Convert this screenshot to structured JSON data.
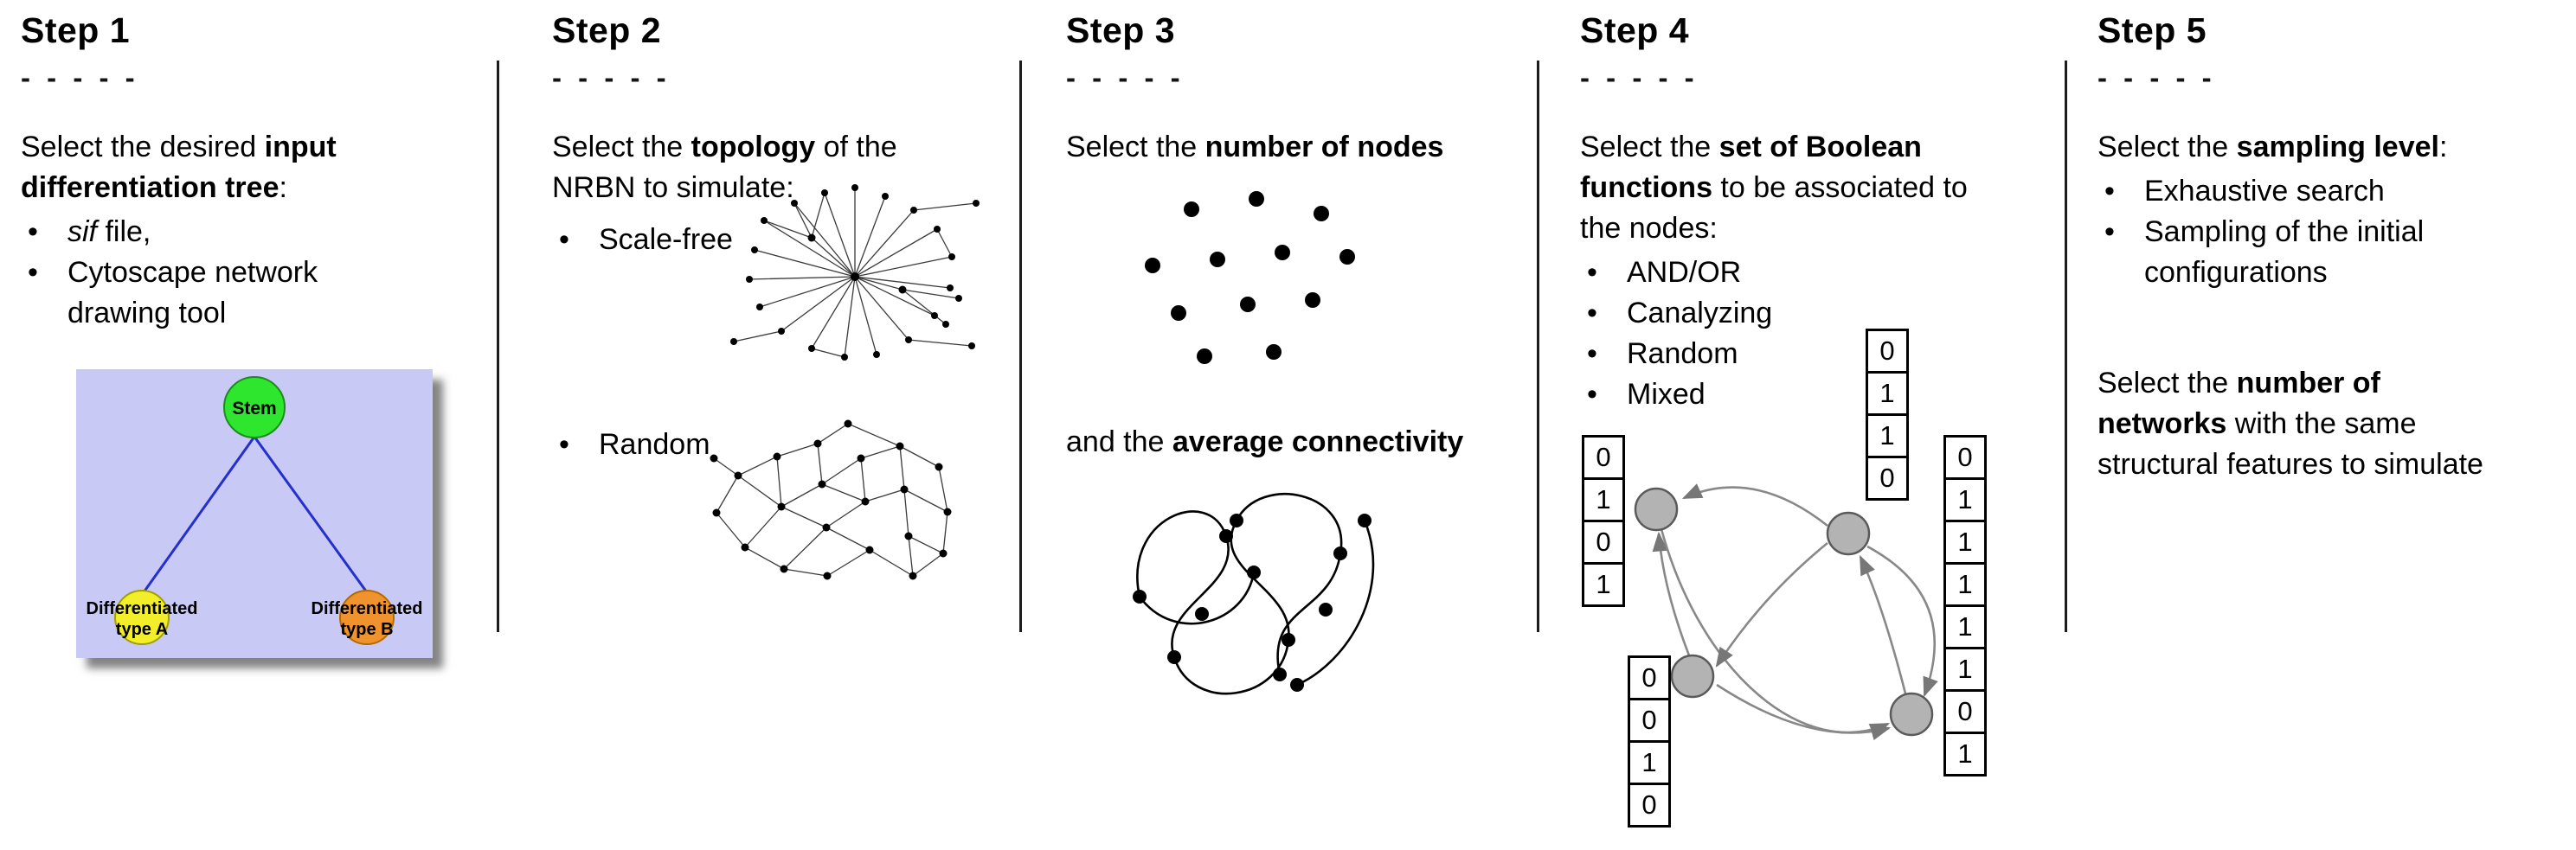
{
  "figure": {
    "background": "#ffffff",
    "divider_color": "#1c1c1c"
  },
  "steps": [
    {
      "title": "Step 1",
      "dashes": "- - - - -",
      "intro": [
        {
          "text": "Select the desired "
        },
        {
          "text": "input differentiation tree",
          "bold": true
        },
        {
          "text": ":"
        }
      ],
      "bullets": [
        [
          {
            "text": "sif",
            "italic": true
          },
          {
            "text": " file,"
          }
        ],
        [
          {
            "text": "Cytoscape network drawing tool"
          }
        ]
      ],
      "tree": {
        "background": "#c9c9f6",
        "edge_color": "#2430cc",
        "stem_label": "Stem",
        "stem_color": "#2ee62e",
        "left_label_line1": "Differentiated",
        "left_label_line2": "type A",
        "left_color": "#f2ee2a",
        "right_label_line1": "Differentiated",
        "right_label_line2": "type B",
        "right_color": "#f0922d"
      }
    },
    {
      "title": "Step 2",
      "dashes": "- - - - -",
      "intro": [
        {
          "text": "Select the "
        },
        {
          "text": "topology",
          "bold": true
        },
        {
          "text": " of the NRBN to simulate:"
        }
      ],
      "bullets": [
        [
          {
            "text": "Scale-free"
          }
        ],
        [
          {
            "text": "Random"
          }
        ]
      ]
    },
    {
      "title": "Step 3",
      "dashes": "- - - - -",
      "intro": [
        {
          "text": "Select the "
        },
        {
          "text": "number of nodes",
          "bold": true
        }
      ],
      "second": [
        {
          "text": "and the "
        },
        {
          "text": "average connectivity",
          "bold": true
        }
      ]
    },
    {
      "title": "Step 4",
      "dashes": "- - - - -",
      "intro": [
        {
          "text": "Select the "
        },
        {
          "text": "set of Boolean functions",
          "bold": true
        },
        {
          "text": " to be associated to the nodes:"
        }
      ],
      "bullets": [
        [
          {
            "text": "AND/OR"
          }
        ],
        [
          {
            "text": "Canalyzing"
          }
        ],
        [
          {
            "text": "Random"
          }
        ],
        [
          {
            "text": "Mixed"
          }
        ]
      ],
      "truth_tables": {
        "left": [
          "0",
          "1",
          "0",
          "1"
        ],
        "top": [
          "0",
          "1",
          "1",
          "0"
        ],
        "bottom_left": [
          "0",
          "0",
          "1",
          "0"
        ],
        "right": [
          "0",
          "1",
          "1",
          "1",
          "1",
          "1",
          "0",
          "1"
        ]
      }
    },
    {
      "title": "Step 5",
      "dashes": "- - - - -",
      "intro": [
        {
          "text": "Select the "
        },
        {
          "text": "sampling level",
          "bold": true
        },
        {
          "text": ":"
        }
      ],
      "bullets": [
        [
          {
            "text": "Exhaustive search"
          }
        ],
        [
          {
            "text": "Sampling of the initial configurations"
          }
        ]
      ],
      "second": [
        {
          "text": "Select the "
        },
        {
          "text": "number of networks",
          "bold": true
        },
        {
          "text": " with the same structural features to simulate"
        }
      ]
    }
  ]
}
